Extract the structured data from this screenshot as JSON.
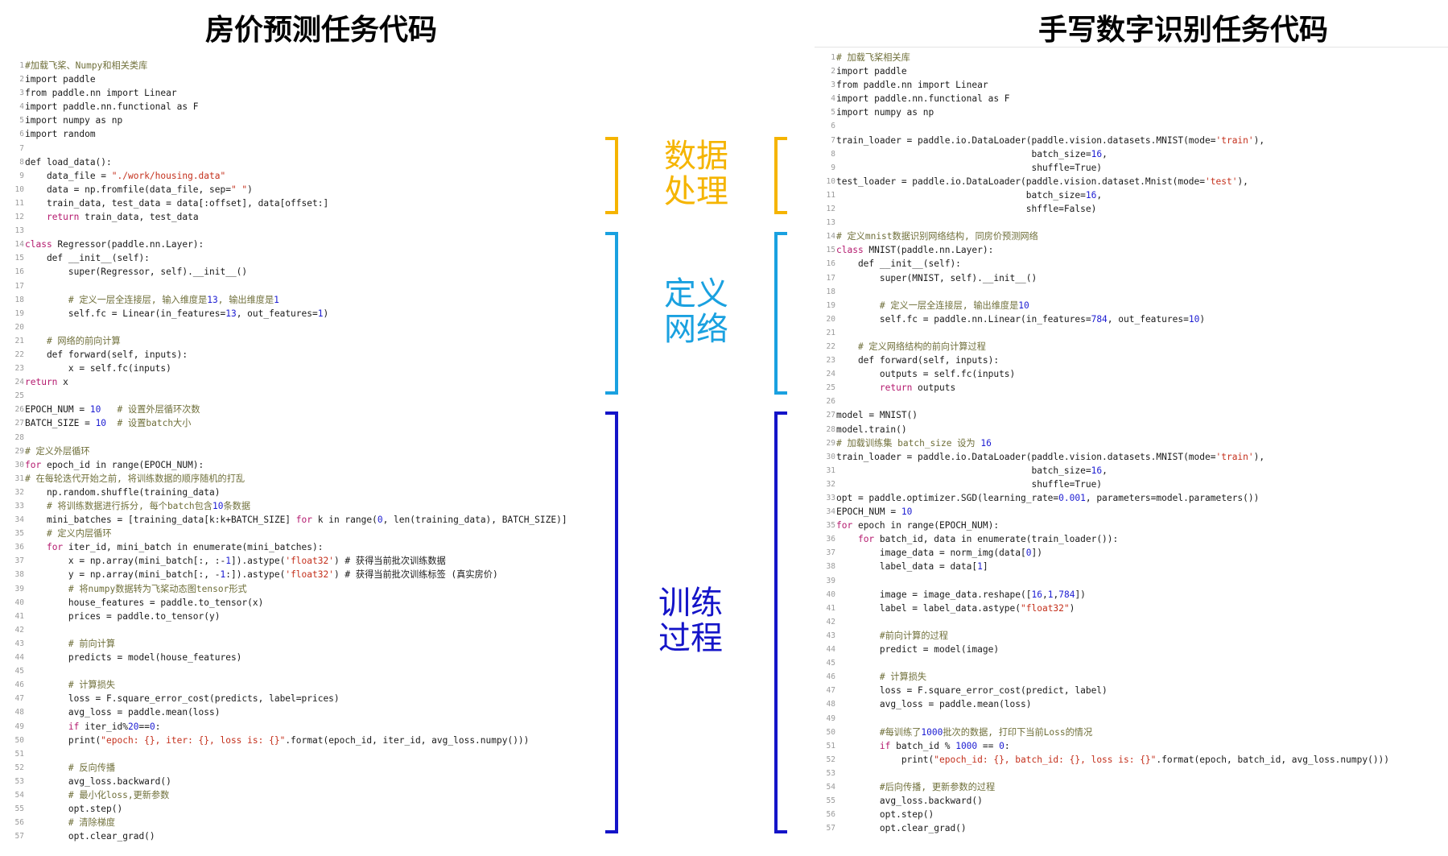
{
  "titles": {
    "left": "房价预测任务代码",
    "right": "手写数字识别任务代码"
  },
  "sections": [
    {
      "lines": [
        "数据",
        "处理"
      ],
      "color": "#f5b400"
    },
    {
      "lines": [
        "定义",
        "网络"
      ],
      "color": "#1aa1e0"
    },
    {
      "lines": [
        "训练",
        "过程"
      ],
      "color": "#1414c8"
    }
  ],
  "left_code": [
    [
      [
        "cm",
        "#加载飞桨、Numpy和相关类库"
      ]
    ],
    [
      [
        "p",
        "import paddle"
      ]
    ],
    [
      [
        "p",
        "from paddle.nn import Linear"
      ]
    ],
    [
      [
        "p",
        "import paddle.nn.functional as F"
      ]
    ],
    [
      [
        "p",
        "import numpy as np"
      ]
    ],
    [
      [
        "p",
        "import random"
      ]
    ],
    [],
    [
      [
        "p",
        "def load_data():"
      ]
    ],
    [
      [
        "p",
        "    data_file = "
      ],
      [
        "str",
        "\"./work/housing.data\""
      ]
    ],
    [
      [
        "p",
        "    data = np.fromfile(data_file, sep="
      ],
      [
        "str",
        "\" \""
      ],
      [
        "p",
        ")"
      ]
    ],
    [
      [
        "p",
        "    train_data, test_data = data[:offset], data[offset:]"
      ]
    ],
    [
      [
        "p",
        "    "
      ],
      [
        "kw",
        "return"
      ],
      [
        "p",
        " train_data, test_data"
      ]
    ],
    [],
    [
      [
        "kw",
        "class"
      ],
      [
        "p",
        " Regressor(paddle.nn.Layer):"
      ]
    ],
    [
      [
        "p",
        "    def __init__(self):"
      ]
    ],
    [
      [
        "p",
        "        super(Regressor, self).__init__()"
      ]
    ],
    [],
    [
      [
        "cm",
        "        # 定义一层全连接层, 输入维度是"
      ],
      [
        "num",
        "13"
      ],
      [
        "cm",
        ", 输出维度是"
      ],
      [
        "num",
        "1"
      ]
    ],
    [
      [
        "p",
        "        self.fc = Linear(in_features="
      ],
      [
        "num",
        "13"
      ],
      [
        "p",
        ", out_features="
      ],
      [
        "num",
        "1"
      ],
      [
        "p",
        ")"
      ]
    ],
    [],
    [
      [
        "cm",
        "    # 网络的前向计算"
      ]
    ],
    [
      [
        "p",
        "    def forward(self, inputs):"
      ]
    ],
    [
      [
        "p",
        "        x = self.fc(inputs)"
      ]
    ],
    [
      [
        "kw",
        "return"
      ],
      [
        "p",
        " x"
      ]
    ],
    [],
    [
      [
        "p",
        "EPOCH_NUM = "
      ],
      [
        "num",
        "10"
      ],
      [
        "p",
        "   "
      ],
      [
        "cm",
        "# 设置外层循环次数"
      ]
    ],
    [
      [
        "p",
        "BATCH_SIZE = "
      ],
      [
        "num",
        "10"
      ],
      [
        "p",
        "  "
      ],
      [
        "cm",
        "# 设置batch大小"
      ]
    ],
    [],
    [
      [
        "cm",
        "# 定义外层循环"
      ]
    ],
    [
      [
        "kw",
        "for"
      ],
      [
        "p",
        " epoch_id in range(EPOCH_NUM):"
      ]
    ],
    [
      [
        "cm",
        "# 在每轮迭代开始之前, 将训练数据的顺序随机的打乱"
      ]
    ],
    [
      [
        "p",
        "    np.random.shuffle(training_data)"
      ]
    ],
    [
      [
        "cm",
        "    # 将训练数据进行拆分, 每个batch包含"
      ],
      [
        "num",
        "10"
      ],
      [
        "cm",
        "条数据"
      ]
    ],
    [
      [
        "p",
        "    mini_batches = [training_data[k:k+BATCH_SIZE] "
      ],
      [
        "kw",
        "for"
      ],
      [
        "p",
        " k in range("
      ],
      [
        "num",
        "0"
      ],
      [
        "p",
        ", len(training_data), BATCH_SIZE)]"
      ]
    ],
    [
      [
        "cm",
        "    # 定义内层循环"
      ]
    ],
    [
      [
        "p",
        "    "
      ],
      [
        "kw",
        "for"
      ],
      [
        "p",
        " iter_id, mini_batch in enumerate(mini_batches):"
      ]
    ],
    [
      [
        "p",
        "        x = np.array(mini_batch[:, :-"
      ],
      [
        "num",
        "1"
      ],
      [
        "p",
        "]).astype("
      ],
      [
        "str",
        "'float32'"
      ],
      [
        "p",
        ") # 获得当前批次训练数据"
      ]
    ],
    [
      [
        "p",
        "        y = np.array(mini_batch[:, -"
      ],
      [
        "num",
        "1"
      ],
      [
        "p",
        ":]).astype("
      ],
      [
        "str",
        "'float32'"
      ],
      [
        "p",
        ") # 获得当前批次训练标签 (真实房价)"
      ]
    ],
    [
      [
        "cm",
        "        # 将numpy数据转为飞桨动态图tensor形式"
      ]
    ],
    [
      [
        "p",
        "        house_features = paddle.to_tensor(x)"
      ]
    ],
    [
      [
        "p",
        "        prices = paddle.to_tensor(y)"
      ]
    ],
    [],
    [
      [
        "cm",
        "        # 前向计算"
      ]
    ],
    [
      [
        "p",
        "        predicts = model(house_features)"
      ]
    ],
    [],
    [
      [
        "cm",
        "        # 计算损失"
      ]
    ],
    [
      [
        "p",
        "        loss = F.square_error_cost(predicts, label=prices)"
      ]
    ],
    [
      [
        "p",
        "        avg_loss = paddle.mean(loss)"
      ]
    ],
    [
      [
        "p",
        "        "
      ],
      [
        "kw",
        "if"
      ],
      [
        "p",
        " iter_id%"
      ],
      [
        "num",
        "20"
      ],
      [
        "p",
        "=="
      ],
      [
        "num",
        "0"
      ],
      [
        "p",
        ":"
      ]
    ],
    [
      [
        "p",
        "        print("
      ],
      [
        "str",
        "\"epoch: {}, iter: {}, loss is: {}\""
      ],
      [
        "p",
        ".format(epoch_id, iter_id, avg_loss.numpy()))"
      ]
    ],
    [],
    [
      [
        "cm",
        "        # 反向传播"
      ]
    ],
    [
      [
        "p",
        "        avg_loss.backward()"
      ]
    ],
    [
      [
        "cm",
        "        # 最小化loss,更新参数"
      ]
    ],
    [
      [
        "p",
        "        opt.step()"
      ]
    ],
    [
      [
        "cm",
        "        # 清除梯度"
      ]
    ],
    [
      [
        "p",
        "        opt.clear_grad()"
      ]
    ]
  ],
  "right_code": [
    [
      [
        "cm",
        "# 加载飞桨相关库"
      ]
    ],
    [
      [
        "p",
        "import paddle"
      ]
    ],
    [
      [
        "p",
        "from paddle.nn import Linear"
      ]
    ],
    [
      [
        "p",
        "import paddle.nn.functional as F"
      ]
    ],
    [
      [
        "p",
        "import numpy as np"
      ]
    ],
    [],
    [
      [
        "p",
        "train_loader = paddle.io.DataLoader(paddle.vision.datasets.MNIST(mode="
      ],
      [
        "str",
        "'train'"
      ],
      [
        "p",
        "),"
      ]
    ],
    [
      [
        "p",
        "                                    batch_size="
      ],
      [
        "num",
        "16"
      ],
      [
        "p",
        ","
      ]
    ],
    [
      [
        "p",
        "                                    shuffle=True)"
      ]
    ],
    [
      [
        "p",
        "test_loader = paddle.io.DataLoader(paddle.vision.dataset.Mnist(mode="
      ],
      [
        "str",
        "'test'"
      ],
      [
        "p",
        "),"
      ]
    ],
    [
      [
        "p",
        "                                   batch_size="
      ],
      [
        "num",
        "16"
      ],
      [
        "p",
        ","
      ]
    ],
    [
      [
        "p",
        "                                   shffle=False)"
      ]
    ],
    [],
    [
      [
        "cm",
        "# 定义mnist数据识别网络结构, 同房价预测网络"
      ]
    ],
    [
      [
        "kw",
        "class"
      ],
      [
        "p",
        " MNIST(paddle.nn.Layer):"
      ]
    ],
    [
      [
        "p",
        "    def __init__(self):"
      ]
    ],
    [
      [
        "p",
        "        super(MNIST, self).__init__()"
      ]
    ],
    [],
    [
      [
        "cm",
        "        # 定义一层全连接层, 输出维度是"
      ],
      [
        "num",
        "10"
      ]
    ],
    [
      [
        "p",
        "        self.fc = paddle.nn.Linear(in_features="
      ],
      [
        "num",
        "784"
      ],
      [
        "p",
        ", out_features="
      ],
      [
        "num",
        "10"
      ],
      [
        "p",
        ")"
      ]
    ],
    [],
    [
      [
        "cm",
        "    # 定义网络结构的前向计算过程"
      ]
    ],
    [
      [
        "p",
        "    def forward(self, inputs):"
      ]
    ],
    [
      [
        "p",
        "        outputs = self.fc(inputs)"
      ]
    ],
    [
      [
        "p",
        "        "
      ],
      [
        "kw",
        "return"
      ],
      [
        "p",
        " outputs"
      ]
    ],
    [],
    [
      [
        "p",
        "model = MNIST()"
      ]
    ],
    [
      [
        "p",
        "model.train()"
      ]
    ],
    [
      [
        "cm",
        "# 加载训练集 batch_size 设为 "
      ],
      [
        "num",
        "16"
      ]
    ],
    [
      [
        "p",
        "train_loader = paddle.io.DataLoader(paddle.vision.datasets.MNIST(mode="
      ],
      [
        "str",
        "'train'"
      ],
      [
        "p",
        "),"
      ]
    ],
    [
      [
        "p",
        "                                    batch_size="
      ],
      [
        "num",
        "16"
      ],
      [
        "p",
        ","
      ]
    ],
    [
      [
        "p",
        "                                    shuffle=True)"
      ]
    ],
    [
      [
        "p",
        "opt = paddle.optimizer.SGD(learning_rate="
      ],
      [
        "num",
        "0.001"
      ],
      [
        "p",
        ", parameters=model.parameters())"
      ]
    ],
    [
      [
        "p",
        "EPOCH_NUM = "
      ],
      [
        "num",
        "10"
      ]
    ],
    [
      [
        "kw",
        "for"
      ],
      [
        "p",
        " epoch in range(EPOCH_NUM):"
      ]
    ],
    [
      [
        "p",
        "    "
      ],
      [
        "kw",
        "for"
      ],
      [
        "p",
        " batch_id, data in enumerate(train_loader()):"
      ]
    ],
    [
      [
        "p",
        "        image_data = norm_img(data["
      ],
      [
        "num",
        "0"
      ],
      [
        "p",
        "])"
      ]
    ],
    [
      [
        "p",
        "        label_data = data["
      ],
      [
        "num",
        "1"
      ],
      [
        "p",
        "]"
      ]
    ],
    [],
    [
      [
        "p",
        "        image = image_data.reshape(["
      ],
      [
        "num",
        "16"
      ],
      [
        "p",
        ","
      ],
      [
        "num",
        "1"
      ],
      [
        "p",
        ","
      ],
      [
        "num",
        "784"
      ],
      [
        "p",
        "])"
      ]
    ],
    [
      [
        "p",
        "        label = label_data.astype("
      ],
      [
        "str",
        "\"float32\""
      ],
      [
        "p",
        ")"
      ]
    ],
    [],
    [
      [
        "cm",
        "        #前向计算的过程"
      ]
    ],
    [
      [
        "p",
        "        predict = model(image)"
      ]
    ],
    [],
    [
      [
        "cm",
        "        # 计算损失"
      ]
    ],
    [
      [
        "p",
        "        loss = F.square_error_cost(predict, label)"
      ]
    ],
    [
      [
        "p",
        "        avg_loss = paddle.mean(loss)"
      ]
    ],
    [],
    [
      [
        "cm",
        "        #每训练了"
      ],
      [
        "num",
        "1000"
      ],
      [
        "cm",
        "批次的数据, 打印下当前Loss的情况"
      ]
    ],
    [
      [
        "p",
        "        "
      ],
      [
        "kw",
        "if"
      ],
      [
        "p",
        " batch_id % "
      ],
      [
        "num",
        "1000"
      ],
      [
        "p",
        " == "
      ],
      [
        "num",
        "0"
      ],
      [
        "p",
        ":"
      ]
    ],
    [
      [
        "p",
        "            print("
      ],
      [
        "str",
        "\"epoch_id: {}, batch_id: {}, loss is: {}\""
      ],
      [
        "p",
        ".format(epoch, batch_id, avg_loss.numpy()))"
      ]
    ],
    [],
    [
      [
        "cm",
        "        #后向传播, 更新参数的过程"
      ]
    ],
    [
      [
        "p",
        "        avg_loss.backward()"
      ]
    ],
    [
      [
        "p",
        "        opt.step()"
      ]
    ],
    [
      [
        "p",
        "        opt.clear_grad()"
      ]
    ]
  ]
}
